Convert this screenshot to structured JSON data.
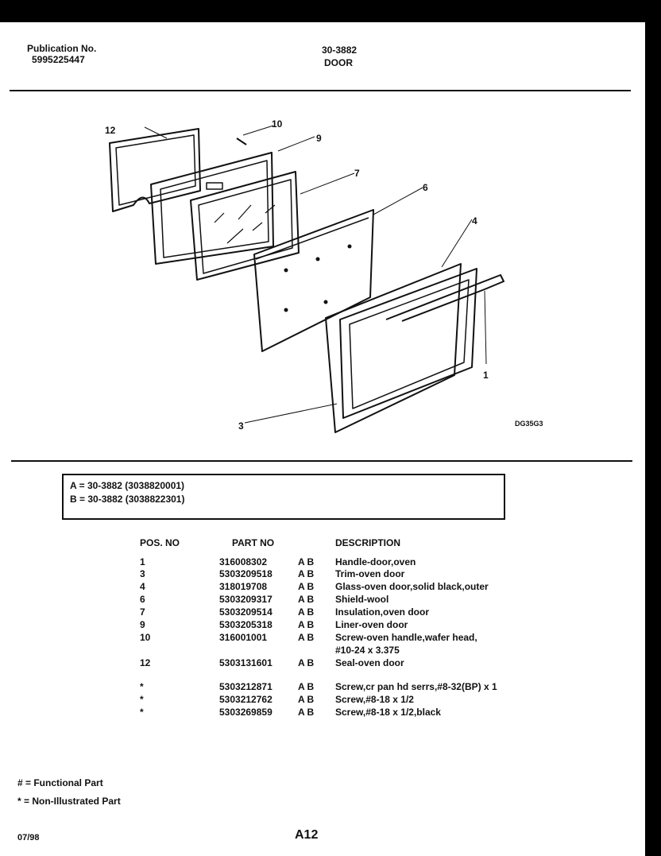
{
  "header": {
    "pub_label": "Publication No.",
    "pub_number": "5995225447",
    "model": "30-3882",
    "section": "DOOR"
  },
  "diagram": {
    "callouts": [
      "12",
      "10",
      "9",
      "7",
      "6",
      "4",
      "1",
      "3"
    ],
    "code": "DG35G3"
  },
  "models": [
    {
      "key": "A",
      "eq": "=",
      "text": "30-3882 (3038820001)"
    },
    {
      "key": "B",
      "eq": "=",
      "text": "30-3882 (3038822301)"
    }
  ],
  "table": {
    "headers": {
      "pos": "POS. NO",
      "part": "PART NO",
      "desc": "DESCRIPTION"
    },
    "rows": [
      {
        "pos": "1",
        "part": "316008302",
        "models": "A B",
        "desc": "Handle-door,oven",
        "desc2": ""
      },
      {
        "pos": "3",
        "part": "5303209518",
        "models": "A B",
        "desc": "Trim-oven door",
        "desc2": ""
      },
      {
        "pos": "4",
        "part": "318019708",
        "models": "A B",
        "desc": "Glass-oven door,solid black,outer",
        "desc2": ""
      },
      {
        "pos": "6",
        "part": "5303209317",
        "models": "A B",
        "desc": "Shield-wool",
        "desc2": ""
      },
      {
        "pos": "7",
        "part": "5303209514",
        "models": "A B",
        "desc": "Insulation,oven door",
        "desc2": ""
      },
      {
        "pos": "9",
        "part": "5303205318",
        "models": "A B",
        "desc": "Liner-oven door",
        "desc2": ""
      },
      {
        "pos": "10",
        "part": "316001001",
        "models": "A B",
        "desc": "Screw-oven handle,wafer head,",
        "desc2": "#10-24 x 3.375"
      },
      {
        "pos": "12",
        "part": "5303131601",
        "models": "A B",
        "desc": "Seal-oven door",
        "desc2": ""
      },
      {
        "pos": "*",
        "part": "5303212871",
        "models": "A B",
        "desc": "Screw,cr pan hd serrs,#8-32(BP) x 1",
        "desc2": ""
      },
      {
        "pos": "*",
        "part": "5303212762",
        "models": "A B",
        "desc": "Screw,#8-18 x 1/2",
        "desc2": ""
      },
      {
        "pos": "*",
        "part": "5303269859",
        "models": "A B",
        "desc": "Screw,#8-18 x 1/2,black",
        "desc2": ""
      }
    ]
  },
  "notes": {
    "functional": "# = Functional Part",
    "non_illustrated": "* = Non-Illustrated Part"
  },
  "footer": {
    "date": "07/98",
    "page": "A12"
  }
}
